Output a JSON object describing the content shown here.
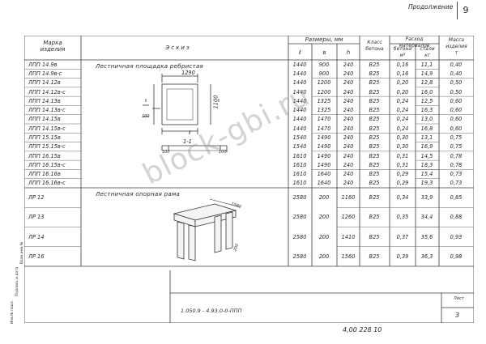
{
  "page_number": "9",
  "note": "Продолжение",
  "headers": {
    "mark": "Марка\nизделия",
    "sketch": "Эскиз",
    "dims": "Размеры, мм",
    "l": "ℓ",
    "b": "в",
    "h": "h",
    "concrete_class": "Класс\nбетона",
    "consumption": "Расход материалов",
    "concrete": "бетона\nм³",
    "steel": "стали\nкг",
    "mass": "Масса\nизделия\nт"
  },
  "section1_title": "Лестничная площадка ребристая",
  "section2_title": "Лестничная опорная рама",
  "rows": [
    {
      "mark": "ЛПП 14.9в",
      "l": "1440",
      "b": "900",
      "h": "240",
      "cls": "В25",
      "concrete": "0,16",
      "steel": "11,1",
      "mass": "0,40"
    },
    {
      "mark": "ЛПП 14.9в-с",
      "l": "1440",
      "b": "900",
      "h": "240",
      "cls": "В25",
      "concrete": "0,16",
      "steel": "14,9",
      "mass": "0,40"
    },
    {
      "mark": "ЛПП 14.12в",
      "l": "1440",
      "b": "1200",
      "h": "240",
      "cls": "В25",
      "concrete": "0,20",
      "steel": "12,8",
      "mass": "0,50"
    },
    {
      "mark": "ЛПП 14.12в-с",
      "l": "1440",
      "b": "1200",
      "h": "240",
      "cls": "В25",
      "concrete": "0,20",
      "steel": "16,0",
      "mass": "0,50"
    },
    {
      "mark": "ЛПП 14.13в",
      "l": "1440",
      "b": "1325",
      "h": "240",
      "cls": "В25",
      "concrete": "0,24",
      "steel": "12,5",
      "mass": "0,60"
    },
    {
      "mark": "ЛПП 14.13в-с",
      "l": "1440",
      "b": "1325",
      "h": "240",
      "cls": "В25",
      "concrete": "0,24",
      "steel": "16,3",
      "mass": "0,60"
    },
    {
      "mark": "ЛПП 14.15в",
      "l": "1440",
      "b": "1470",
      "h": "240",
      "cls": "В25",
      "concrete": "0,24",
      "steel": "13,0",
      "mass": "0,60"
    },
    {
      "mark": "ЛПП 14.15в-с",
      "l": "1440",
      "b": "1470",
      "h": "240",
      "cls": "В25",
      "concrete": "0,24",
      "steel": "16,8",
      "mass": "0,60"
    },
    {
      "mark": "ЛПП 15.15в",
      "l": "1540",
      "b": "1490",
      "h": "240",
      "cls": "В25",
      "concrete": "0,30",
      "steel": "13,1",
      "mass": "0,75"
    },
    {
      "mark": "ЛПП 15.15в-с",
      "l": "1540",
      "b": "1490",
      "h": "240",
      "cls": "В25",
      "concrete": "0,30",
      "steel": "16,9",
      "mass": "0,75"
    },
    {
      "mark": "ЛПП 16.15в",
      "l": "1610",
      "b": "1490",
      "h": "240",
      "cls": "В25",
      "concrete": "0,31",
      "steel": "14,5",
      "mass": "0,78"
    },
    {
      "mark": "ЛПП 16.15в-с",
      "l": "1610",
      "b": "1490",
      "h": "240",
      "cls": "В25",
      "concrete": "0,31",
      "steel": "18,3",
      "mass": "0,78"
    },
    {
      "mark": "ЛПП 16.16в",
      "l": "1610",
      "b": "1640",
      "h": "240",
      "cls": "В25",
      "concrete": "0,29",
      "steel": "15,4",
      "mass": "0,73"
    },
    {
      "mark": "ЛПП 16.16в-с",
      "l": "1610",
      "b": "1640",
      "h": "240",
      "cls": "В25",
      "concrete": "0,29",
      "steel": "19,3",
      "mass": "0,73"
    },
    {
      "mark": "ЛР 12",
      "l": "2580",
      "b": "200",
      "h": "1160",
      "cls": "В25",
      "concrete": "0,34",
      "steel": "33,9",
      "mass": "0,85"
    },
    {
      "mark": "ЛР 13",
      "l": "2580",
      "b": "200",
      "h": "1260",
      "cls": "В25",
      "concrete": "0,35",
      "steel": "34,4",
      "mass": "0,88"
    },
    {
      "mark": "ЛР 14",
      "l": "2580",
      "b": "200",
      "h": "1410",
      "cls": "В25",
      "concrete": "0,37",
      "steel": "35,6",
      "mass": "0,93"
    },
    {
      "mark": "ЛР 16",
      "l": "2580",
      "b": "200",
      "h": "1560",
      "cls": "В25",
      "concrete": "0,39",
      "steel": "36,3",
      "mass": "0,98"
    }
  ],
  "drawing_labels": {
    "plan_width": "1290",
    "side_dim": "1100",
    "small_dim": "100",
    "bottom": "ℓ",
    "section": "1-1",
    "sec_dim_a": "100",
    "sec_dim_b": "100",
    "frame_dim_a": "1580",
    "frame_dim_b": "200"
  },
  "stamp_code": "1.050.9 - 4.93.0-0-ППП",
  "sheet_label": "Лист",
  "sheet_number": "3",
  "bottom_code": "4,00 228 10",
  "side_labels": [
    "Инв.№ подл.",
    "Подпись и дата",
    "Взам.инв.№"
  ],
  "watermark": "block-gbi.ru"
}
